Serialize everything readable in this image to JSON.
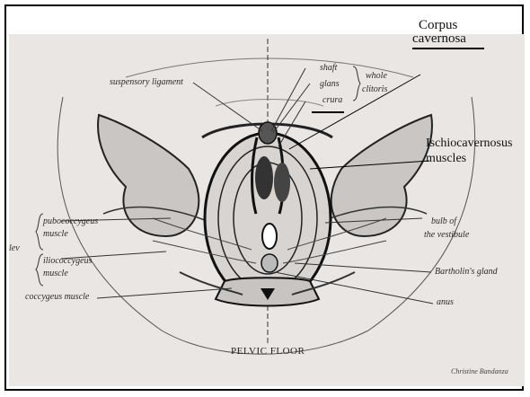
{
  "labels": {
    "corpus_line1": "Corpus",
    "corpus_line2": "cavernosa",
    "ischio_line1": "Ischiocavernosus",
    "ischio_line2": "muscles",
    "suspensory": "suspensory ligament",
    "shaft": "shaft",
    "glans": "glans",
    "crura": "crura",
    "whole": "whole",
    "clitoris": "clitoris",
    "pubo1": "pubococcygeus",
    "pubo2": "muscle",
    "ilio1": "iliococcygeus",
    "ilio2": "muscle",
    "bulb1": "bulb of",
    "bulb2": "the vestibule",
    "bartholin": "Bartholin's gland",
    "anus": "anus",
    "coccygeus": "coccygeus muscle",
    "lev": "lev",
    "pelvic_floor": "PELVIC FLOOR",
    "signature": "Christine Bandanza"
  }
}
